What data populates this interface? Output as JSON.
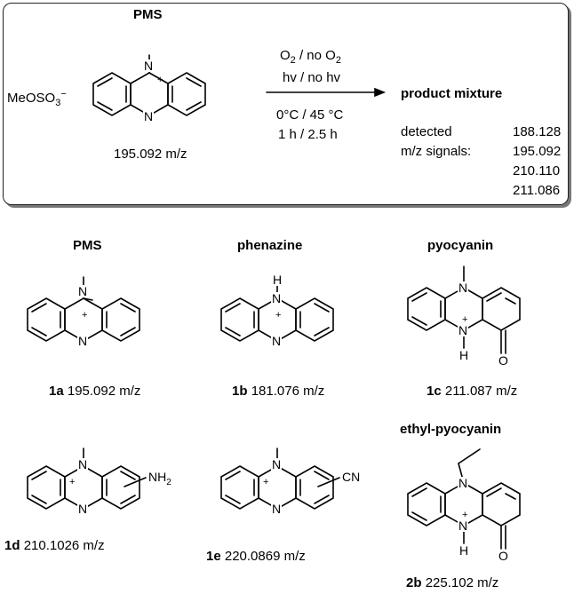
{
  "scheme": {
    "title": "PMS",
    "counterion": "MeOSO",
    "counterion_sub": "3",
    "counterion_sup": "−",
    "reactant_mz": "195.092 m/z",
    "conditions": {
      "oxygen_pre": "O",
      "oxygen_sub": "2",
      "oxygen_mid": " / no O",
      "oxygen_sub2": "2",
      "light": "hv / no hv",
      "temperature": "0°C / 45 °C",
      "time": "1 h / 2.5 h"
    },
    "product_title": "product mixture",
    "detected_line1": "detected",
    "detected_line2": "m/z signals:",
    "signals": [
      "188.128",
      "195.092",
      "210.110",
      "211.086"
    ]
  },
  "atoms": {
    "N": "N",
    "NH": "H",
    "plus": "+",
    "oxygen": "O",
    "amine": "NH",
    "amine_sub": "2",
    "nitrile": "CN"
  },
  "compounds": [
    {
      "name": "PMS",
      "id": "1a",
      "mz": "195.092 m/z"
    },
    {
      "name": "phenazine",
      "id": "1b",
      "mz": "181.076 m/z"
    },
    {
      "name": "pyocyanin",
      "id": "1c",
      "mz": "211.087  m/z"
    },
    {
      "name": "",
      "id": "1d",
      "mz": "210.1026 m/z"
    },
    {
      "name": "",
      "id": "1e",
      "mz": "220.0869 m/z"
    },
    {
      "name": "ethyl-pyocyanin",
      "id": "2b",
      "mz": "225.102 m/z"
    }
  ]
}
